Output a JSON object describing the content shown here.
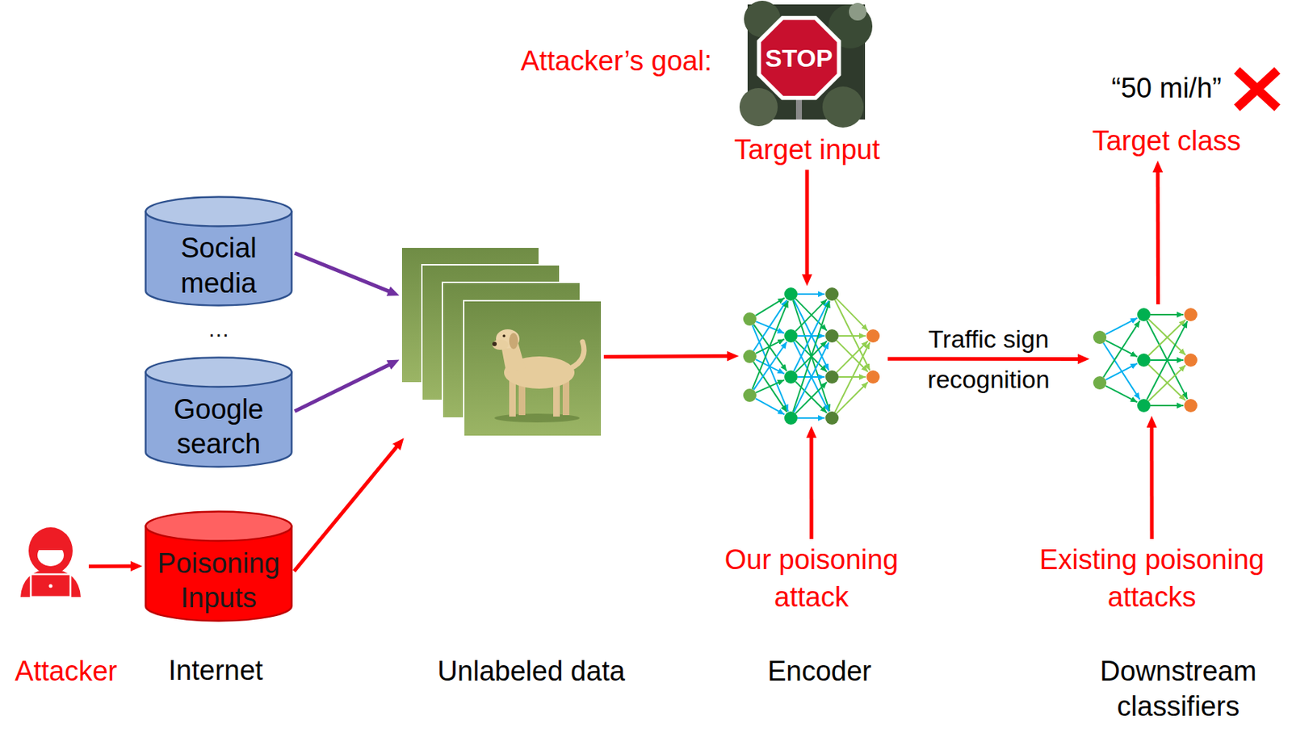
{
  "diagram": {
    "nodes": [
      {
        "text": [
          "Social media"
        ]
      },
      {
        "text": [
          "Google search"
        ]
      },
      {
        "text": [
          "Poisoning Inputs"
        ]
      },
      {
        "text": [
          "Attacker"
        ]
      },
      {
        "text": [
          "Unlabeled data"
        ]
      },
      {
        "text": [
          "Target input"
        ]
      },
      {
        "text": [
          "Encoder"
        ]
      },
      {
        "text": [
          "Our poisoning attack"
        ]
      },
      {
        "text": [
          "Downstream classifiers"
        ]
      },
      {
        "text": [
          "Existing poisoning attacks"
        ]
      },
      {
        "text": [
          "“50 mi/h”",
          "Target class"
        ]
      }
    ],
    "edges": [
      {
        "from": 3,
        "to": 2,
        "arrow": "to"
      },
      {
        "from": 0,
        "to": 4,
        "arrow": "to"
      },
      {
        "from": 1,
        "to": 4,
        "arrow": "to"
      },
      {
        "from": 2,
        "to": 4,
        "arrow": "to"
      },
      {
        "from": 4,
        "to": 6,
        "arrow": "to"
      },
      {
        "from": 5,
        "to": 6,
        "arrow": "to"
      },
      {
        "from": 7,
        "to": 6,
        "arrow": "to"
      },
      {
        "from": 6,
        "to": 8,
        "label": "Traffic sign recognition",
        "arrow": "to"
      },
      {
        "from": 9,
        "to": 8,
        "arrow": "to"
      },
      {
        "from": 8,
        "to": 10,
        "arrow": "to"
      }
    ],
    "labels": [
      "Attacker’s goal:",
      "STOP",
      "…",
      "Internet"
    ]
  }
}
